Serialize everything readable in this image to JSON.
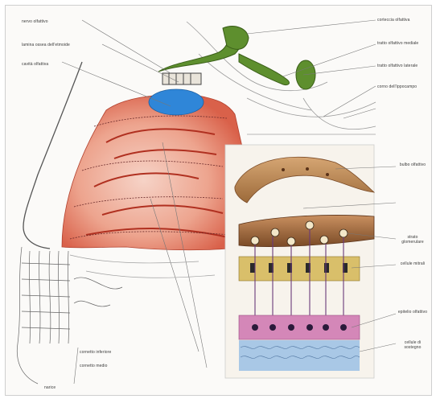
{
  "labels_left": [
    "nervo olfattivo",
    "lamina ossea dell'etmoide",
    "cavità olfattiva"
  ],
  "labels_right": [
    "corteccia olfattiva",
    "tratto olfattivo mediale",
    "tratto olfattivo laterale",
    "corno dell'ippocampo"
  ],
  "labels_right_small": [
    "bulbo olfattivo",
    "strato glomerulare",
    "cellule mitrali",
    "epitelio olfattivo",
    "cellule di sostegno"
  ],
  "labels_bottom": [
    "cornetto inferiore",
    "cornetto medio"
  ],
  "label_bottom_left": "narice"
}
